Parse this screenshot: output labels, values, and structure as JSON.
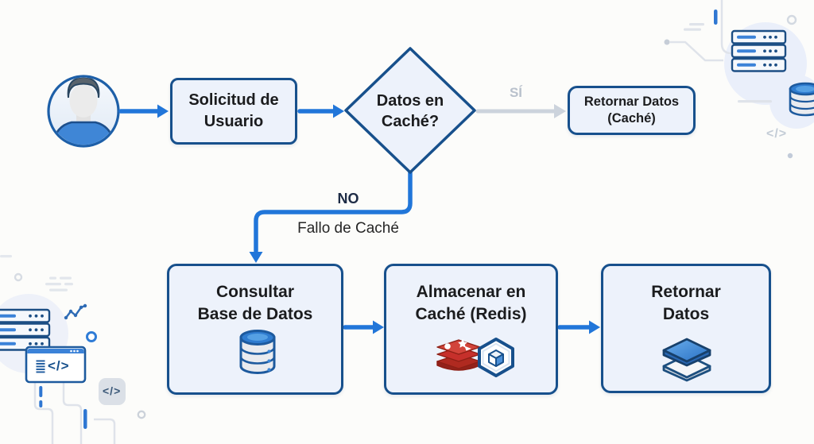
{
  "diagram_type": "flowchart",
  "nodes": {
    "request": {
      "line1": "Solicitud de",
      "line2": "Usuario"
    },
    "decision": {
      "line1": "Datos en",
      "line2": "Caché?"
    },
    "cache_hit": {
      "line1": "Retornar Datos",
      "line2": "(Caché)"
    },
    "query_db": {
      "line1": "Consultar",
      "line2": "Base de Datos"
    },
    "store_cache": {
      "line1": "Almacenar en",
      "line2": "Caché (Redis)"
    },
    "return_data": {
      "line1": "Retornar",
      "line2": "Datos"
    }
  },
  "edges": {
    "yes_label": "SÍ",
    "no_label": "NO",
    "no_sublabel": "Fallo de Caché"
  },
  "decor": {
    "code_glyph": "</>"
  },
  "icon_names": [
    "user-avatar-icon",
    "database-cylinder-icon",
    "redis-icon",
    "cube-hexagon-icon",
    "layers-stack-icon",
    "server-rack-icon",
    "browser-window-icon",
    "code-icon",
    "line-chart-icon"
  ],
  "colors": {
    "background": "#fcfcfa",
    "node_fill": "#edf2fb",
    "node_border": "#17508c",
    "arrow": "#2176d9",
    "arrow_muted": "#ccd3dc",
    "text": "#1b1c1e",
    "muted_label": "#b9c1cc",
    "redis_red": "#c6302b",
    "decor_gray": "#dfe3ea",
    "decor_blue": "#2f77d2"
  }
}
